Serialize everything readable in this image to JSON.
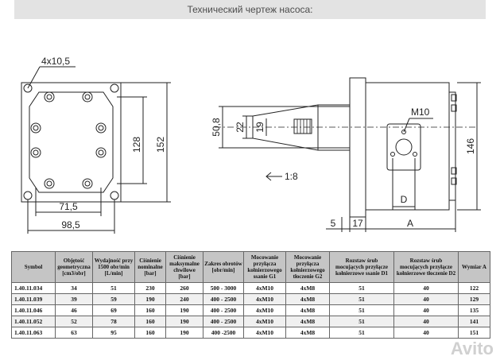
{
  "header": {
    "title": "Технический чертеж насоса:"
  },
  "drawing": {
    "flange": {
      "holes_label": "4x10,5",
      "dim_128": "128",
      "dim_152": "152",
      "dim_71_5": "71,5",
      "dim_98_5": "98,5"
    },
    "shaft": {
      "dim_50_8": "50,8",
      "dim_22": "22",
      "dim_19": "19",
      "taper": "1:8"
    },
    "body": {
      "thread": "M10",
      "dim_146": "146",
      "dim_d": "D",
      "dim_5": "5",
      "dim_17": "17",
      "dim_a": "A"
    }
  },
  "table": {
    "headers": [
      "Symbol",
      "Objętość geometryczna [cm3/obr]",
      "Wydajność przy 1500 obr/min [L/min]",
      "Ciśnienie nominalne [bar]",
      "Ciśnienie maksymalne chwilowe [bar]",
      "Zakres obrotów [obr/min]",
      "Mocowanie przyłącza kołnierzowego ssanie G1",
      "Mocowanie przyłącza kołnierzowego tłoczenie G2",
      "Rozstaw śrub mocujących przyłącze kołnierzowe ssanie D1",
      "Rozstaw śrub mocujących przyłącze kołnierzowe tłoczenie D2",
      "Wymiar A"
    ],
    "rows": [
      [
        "1.40.11.034",
        "34",
        "51",
        "230",
        "260",
        "500 - 3000",
        "4xM10",
        "4xM8",
        "51",
        "40",
        "122"
      ],
      [
        "1.40.11.039",
        "39",
        "59",
        "190",
        "240",
        "400 - 2500",
        "4xM10",
        "4xM8",
        "51",
        "40",
        "129"
      ],
      [
        "1.40.11.046",
        "46",
        "69",
        "160",
        "190",
        "400 - 2500",
        "4xM10",
        "4xM8",
        "51",
        "40",
        "135"
      ],
      [
        "1.40.11.052",
        "52",
        "78",
        "160",
        "190",
        "400 - 2500",
        "4xM10",
        "4xM8",
        "51",
        "40",
        "141"
      ],
      [
        "1.40.11.063",
        "63",
        "95",
        "160",
        "190",
        "400 -2500",
        "4xM10",
        "4xM8",
        "51",
        "40",
        "151"
      ]
    ]
  },
  "watermark": {
    "text": "Avito"
  }
}
